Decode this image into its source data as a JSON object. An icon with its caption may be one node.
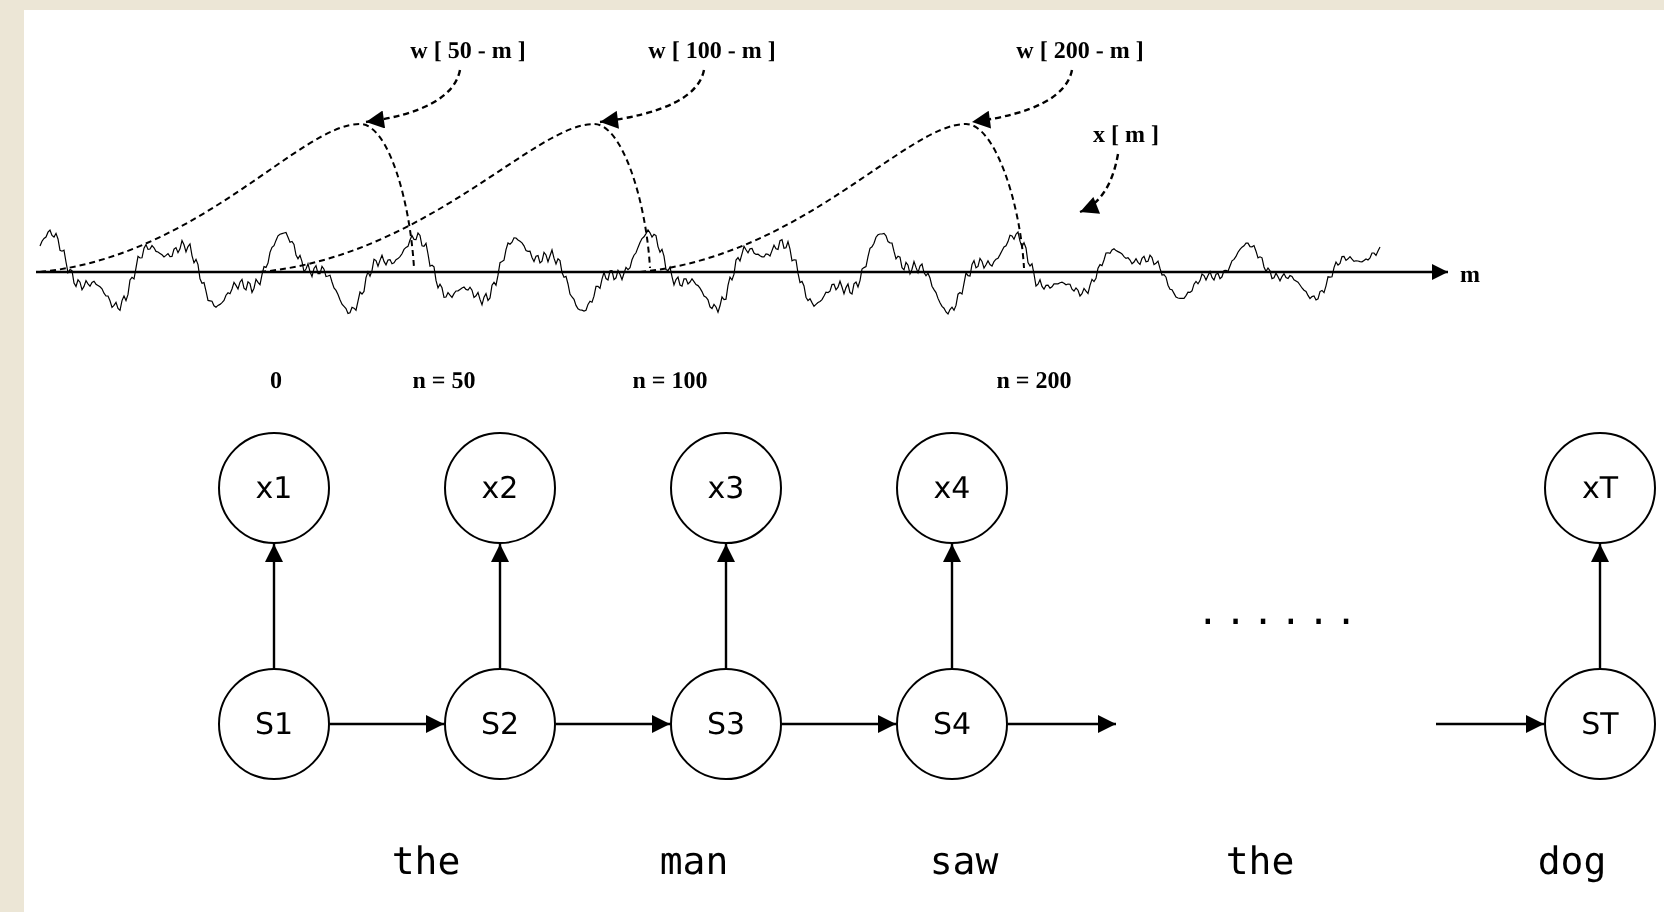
{
  "diagram": {
    "nodes": [
      {
        "text": [
          "w [ 50 - m ]"
        ]
      },
      {
        "text": [
          "w [ 100 - m ]"
        ]
      },
      {
        "text": [
          "w [ 200 - m ]"
        ]
      },
      {
        "text": [
          "x [ m ]"
        ]
      },
      {
        "text": [
          "x1"
        ]
      },
      {
        "text": [
          "x2"
        ]
      },
      {
        "text": [
          "x3"
        ]
      },
      {
        "text": [
          "x4"
        ]
      },
      {
        "text": [
          "xT"
        ]
      },
      {
        "text": [
          "S1"
        ]
      },
      {
        "text": [
          "S2"
        ]
      },
      {
        "text": [
          "S3"
        ]
      },
      {
        "text": [
          "S4"
        ]
      },
      {
        "text": [
          "ST"
        ]
      },
      {
        "text": [],
        "shape": "curve"
      },
      {
        "text": [],
        "shape": "curve"
      },
      {
        "text": [],
        "shape": "curve"
      }
    ],
    "edges": [
      {
        "from": 0,
        "to": 14,
        "arrow": "to",
        "style": "dashed"
      },
      {
        "from": 1,
        "to": 15,
        "arrow": "to",
        "style": "dashed"
      },
      {
        "from": 2,
        "to": 16,
        "arrow": "to",
        "style": "dashed"
      },
      {
        "from": 3,
        "to": null,
        "arrow": "to",
        "style": "dashed"
      },
      {
        "from": 9,
        "to": 4,
        "arrow": "to"
      },
      {
        "from": 10,
        "to": 5,
        "arrow": "to"
      },
      {
        "from": 11,
        "to": 6,
        "arrow": "to"
      },
      {
        "from": 12,
        "to": 7,
        "arrow": "to"
      },
      {
        "from": 13,
        "to": 8,
        "arrow": "to"
      },
      {
        "from": 9,
        "to": 10,
        "arrow": "to"
      },
      {
        "from": 10,
        "to": 11,
        "arrow": "to"
      },
      {
        "from": 11,
        "to": 12,
        "arrow": "to"
      },
      {
        "from": 12,
        "to": null,
        "arrow": "to"
      },
      {
        "from": null,
        "to": 13,
        "arrow": "to"
      }
    ],
    "labels": [
      "m",
      "0",
      "n = 50",
      "n = 100",
      "n = 200",
      "......",
      "the",
      "man",
      "saw",
      "the",
      "dog"
    ]
  }
}
